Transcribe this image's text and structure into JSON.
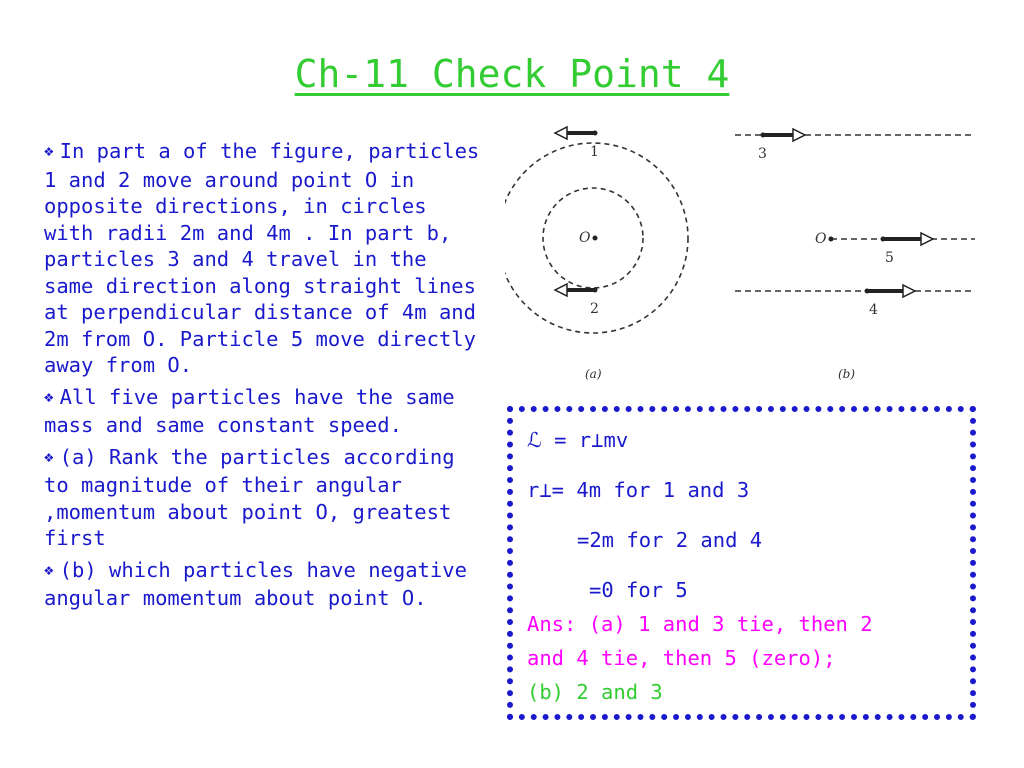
{
  "title": "Ch-11 Check Point 4",
  "bullets": [
    "In part a of the figure, particles 1 and 2 move around point O in opposite directions, in circles with radii 2m and 4m . In part b, particles 3 and 4 travel in the same direction along straight lines at perpendicular distance of 4m and 2m from O. Particle 5 move directly away from O.",
    "All five particles have the same mass and same constant speed.",
    "(a) Rank the particles according to magnitude of their angular ,momentum about point O, greatest first",
    "(b) which particles have negative angular momentum about point O."
  ],
  "figure": {
    "labels": {
      "p1": "1",
      "p2": "2",
      "p3": "3",
      "p4": "4",
      "p5": "5",
      "origin_a": "O",
      "origin_b": "O",
      "part_a": "(a)",
      "part_b": "(b)"
    }
  },
  "answer_box": {
    "line1": "ℒ = r⊥mv",
    "line2": "r⊥= 4m for 1 and 3",
    "line3": "=2m for 2 and 4",
    "line4": "=0 for 5",
    "ans_line1": "Ans: (a) 1 and 3 tie, then 2",
    "ans_line2": "and 4 tie, then 5 (zero);",
    "ans_line3": "(b) 2 and 3"
  },
  "colors": {
    "title": "#33cc33",
    "body_text": "#1a1acc",
    "answer_a": "#ff00ff",
    "answer_b": "#33cc33"
  },
  "icons": {
    "bullet": "diamond-bullet-icon"
  }
}
